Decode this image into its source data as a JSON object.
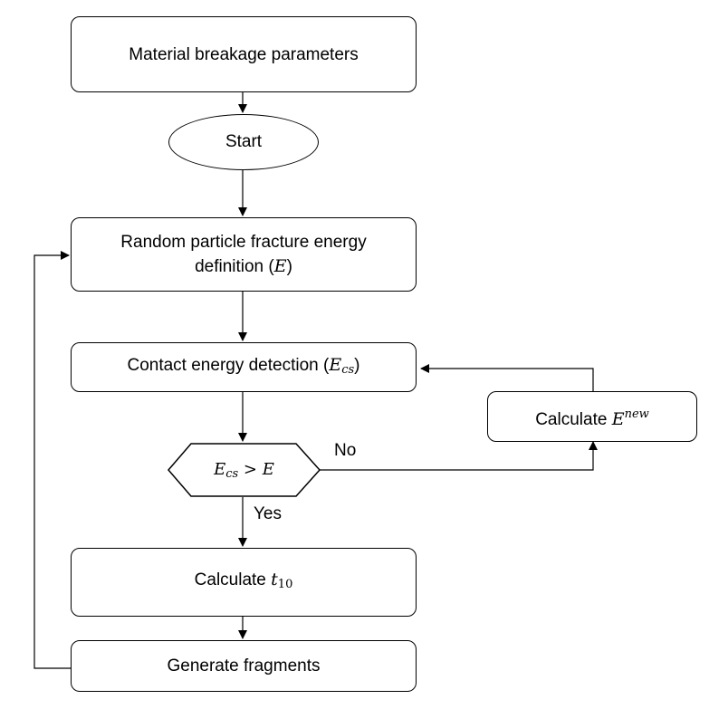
{
  "nodes": {
    "material": {
      "text": "Material breakage parameters"
    },
    "start": {
      "text": "Start"
    },
    "random": {
      "line1": "Random particle fracture energy",
      "line2_prefix": "definition (",
      "line2_var": "E",
      "line2_suffix": ")"
    },
    "contact": {
      "prefix": "Contact energy detection (",
      "var": "E",
      "sub": "cs",
      "suffix": ")"
    },
    "decision": {
      "var_left": "E",
      "sub": "cs",
      "op": " > ",
      "var_right": "E"
    },
    "calc_new": {
      "prefix": "Calculate ",
      "var": "E",
      "sup": "new"
    },
    "calc_t10": {
      "prefix": "Calculate ",
      "var": "t",
      "sub": "10"
    },
    "generate": {
      "text": "Generate fragments"
    }
  },
  "edges": {
    "yes_label": "Yes",
    "no_label": "No"
  }
}
